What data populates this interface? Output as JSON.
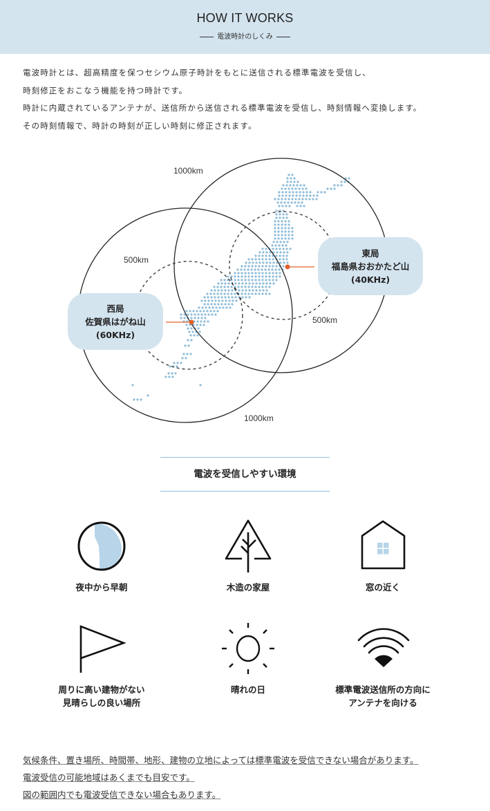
{
  "header": {
    "title": "HOW IT WORKS",
    "subtitle": "電波時計のしくみ",
    "background_color": "#d4e4ef"
  },
  "intro": {
    "lines": [
      "電波時計とは、超高精度を保つセシウム原子時計をもとに送信される標準電波を受信し、",
      "時刻修正をおこなう機能を持つ時計です。",
      "時計に内蔵されているアンテナが、送信所から送信される標準電波を受信し、時刻情報へ変換します。",
      "その時刻情報で、時計の時刻が正しい時刻に修正されます。"
    ]
  },
  "map": {
    "labels": {
      "east_outer": "1000km",
      "west_inner": "500km",
      "east_inner": "500km",
      "west_outer": "1000km"
    },
    "stations": [
      {
        "id": "west",
        "name": "西局",
        "location": "佐賀県はがね山",
        "frequency": "(60KHz)"
      },
      {
        "id": "east",
        "name": "東局",
        "location": "福島県おおかたど山",
        "frequency": "(40KHz)"
      }
    ],
    "colors": {
      "land_dot": "#8fbcd9",
      "station_marker": "#e0602a",
      "label_bg": "#d4e4ef"
    }
  },
  "environment": {
    "title": "電波を受信しやすい環境",
    "items": [
      {
        "icon": "clock-night-icon",
        "label_lines": [
          "夜中から早朝"
        ]
      },
      {
        "icon": "tree-icon",
        "label_lines": [
          "木造の家屋"
        ]
      },
      {
        "icon": "house-window-icon",
        "label_lines": [
          "窓の近く"
        ]
      },
      {
        "icon": "flag-icon",
        "label_lines": [
          "周りに高い建物がない",
          "見晴らしの良い場所"
        ]
      },
      {
        "icon": "sun-icon",
        "label_lines": [
          "晴れの日"
        ]
      },
      {
        "icon": "signal-icon",
        "label_lines": [
          "標準電波送信所の方向に",
          "アンテナを向ける"
        ]
      }
    ]
  },
  "notes": {
    "lines": [
      "気候条件、置き場所、時間帯、地形、建物の立地によっては標準電波を受信できない場合があります。",
      "電波受信の可能地域はあくまでも目安です。",
      "図の範囲内でも電波受信できない場合もあります。"
    ]
  }
}
